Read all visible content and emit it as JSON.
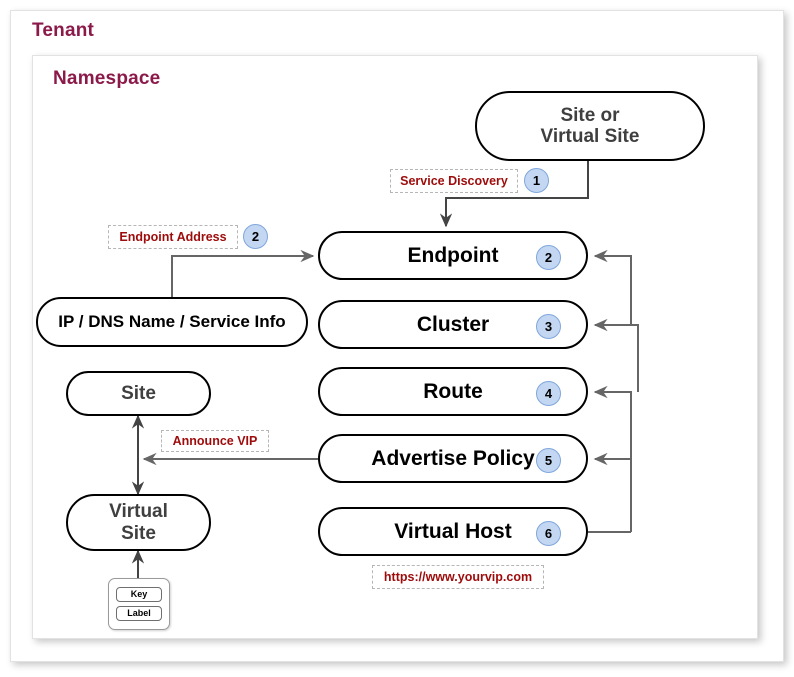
{
  "frames": {
    "tenant": {
      "title": "Tenant"
    },
    "namespace": {
      "title": "Namespace"
    }
  },
  "nodes": [
    {
      "id": "site-or-virtual-site",
      "label": "Site or\nVirtual Site",
      "badge": null
    },
    {
      "id": "endpoint",
      "label": "Endpoint",
      "badge": "2"
    },
    {
      "id": "cluster",
      "label": "Cluster",
      "badge": "3"
    },
    {
      "id": "route",
      "label": "Route",
      "badge": "4"
    },
    {
      "id": "advertise-policy",
      "label": "Advertise Policy",
      "badge": "5"
    },
    {
      "id": "virtual-host",
      "label": "Virtual Host",
      "badge": "6"
    },
    {
      "id": "ip-dns-name-service-info",
      "label": "IP / DNS Name / Service Info",
      "badge": null
    },
    {
      "id": "site",
      "label": "Site",
      "badge": null
    },
    {
      "id": "virtual-site",
      "label": "Virtual\nSite",
      "badge": null
    }
  ],
  "annotations": [
    {
      "id": "service-discovery",
      "text": "Service Discovery",
      "badge": "1"
    },
    {
      "id": "endpoint-address",
      "text": "Endpoint Address",
      "badge": "2"
    },
    {
      "id": "announce-vip",
      "text": "Announce VIP",
      "badge": null
    },
    {
      "id": "vip-url",
      "text": "https://www.yourvip.com",
      "badge": null
    }
  ],
  "legend": {
    "key_label": "Key",
    "label_label": "Label"
  },
  "colors": {
    "frame_title": "#8b1a4a",
    "annotation_text": "#9e0b0b",
    "badge_fill": "#c4d7f2",
    "badge_stroke": "#7fa6dc",
    "node_stroke": "#000000",
    "edge_stroke": "#666666",
    "gray_text": "#3f3f3f"
  }
}
